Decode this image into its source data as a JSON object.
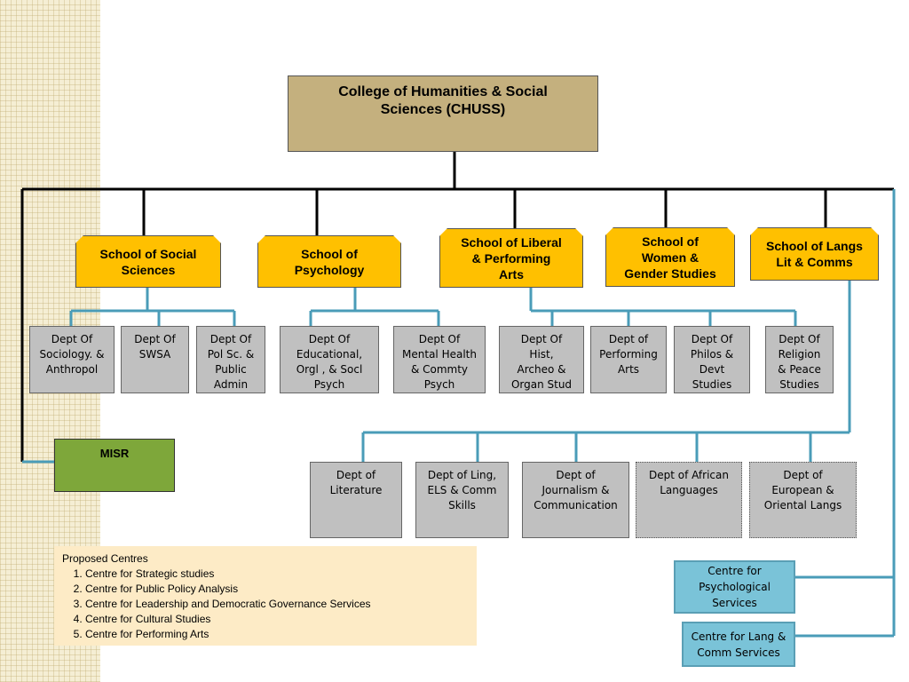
{
  "root": {
    "label": "College of Humanities & Social\nSciences (CHUSS)"
  },
  "schools": [
    {
      "label": "School of Social\nSciences"
    },
    {
      "label": "School of\nPsychology"
    },
    {
      "label": "School of Liberal\n& Performing\nArts"
    },
    {
      "label": "School of\nWomen &\nGender Studies"
    },
    {
      "label": "School of Langs\nLit & Comms"
    }
  ],
  "departments_row1": [
    {
      "label": "Dept Of\nSociology. &\nAnthropol"
    },
    {
      "label": "Dept Of\nSWSA"
    },
    {
      "label": "Dept Of\nPol Sc. &\nPublic\nAdmin"
    },
    {
      "label": "Dept Of\nEducational,\nOrgl , & Socl\nPsych"
    },
    {
      "label": "Dept Of\nMental Health\n& Commty\nPsych"
    },
    {
      "label": "Dept Of\nHist,\nArcheo &\nOrgan Stud"
    },
    {
      "label": "Dept  of\nPerforming\nArts"
    },
    {
      "label": "Dept Of\nPhilos &\nDevt\nStudies"
    },
    {
      "label": "Dept Of\nReligion\n& Peace\nStudies"
    }
  ],
  "departments_row2": [
    {
      "label": "Dept of\nLiterature"
    },
    {
      "label": "Dept of Ling,\nELS & Comm\nSkills"
    },
    {
      "label": "Dept of\nJournalism &\nCommunication"
    },
    {
      "label": "Dept of African\nLanguages"
    },
    {
      "label": "Dept of\nEuropean &\nOriental Langs"
    }
  ],
  "misr": {
    "label": "MISR"
  },
  "centres": [
    {
      "label": "Centre for\nPsychological\nServices"
    },
    {
      "label": "Centre for Lang &\nComm Services"
    }
  ],
  "proposed": {
    "title": "Proposed Centres",
    "items": [
      "Centre for Strategic studies",
      "Centre for Public Policy Analysis",
      "Centre for Leadership and Democratic Governance Services",
      "Centre for Cultural Studies",
      "Centre for Performing Arts"
    ]
  },
  "colors": {
    "root": "#c4b07e",
    "school": "#ffc000",
    "department": "#c0c0c0",
    "misr": "#7ea73a",
    "centre": "#7ac3d8",
    "connector_teal": "#4a9cb8",
    "proposed_bg": "#fdebc6"
  }
}
